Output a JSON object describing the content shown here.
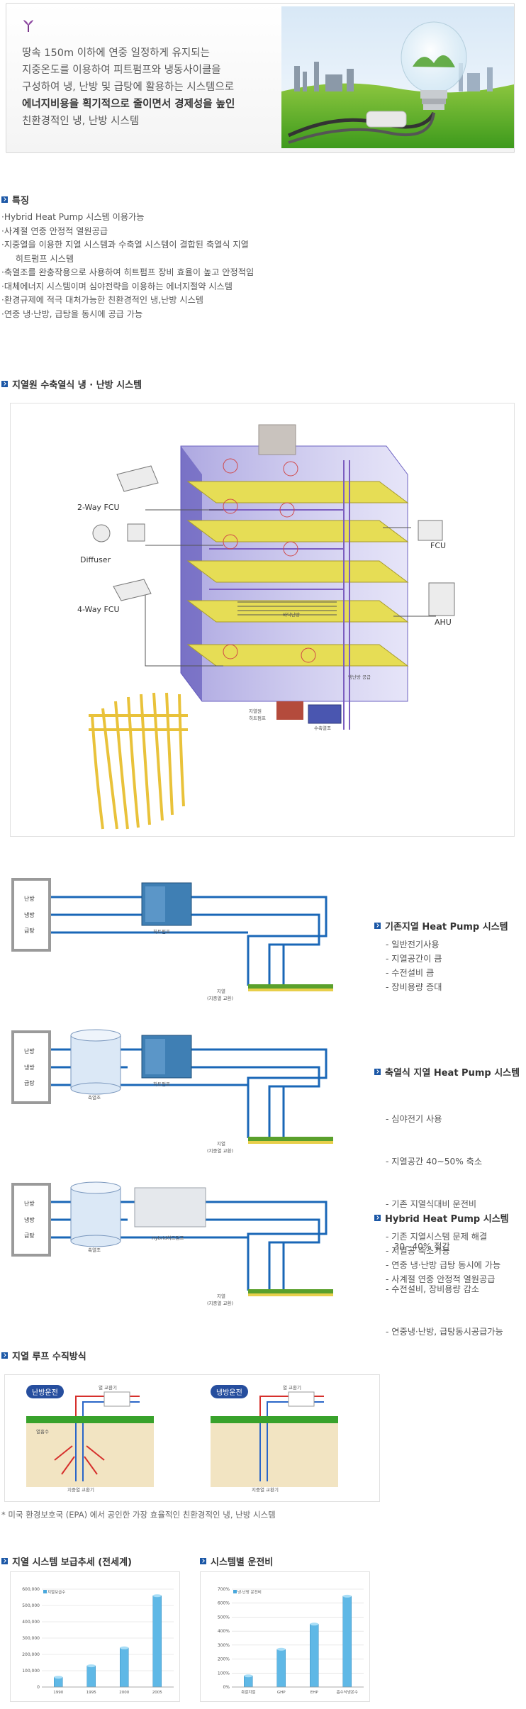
{
  "intro": {
    "line1": "땅속 150m 이하에 연중 일정하게 유지되는",
    "line2": "지중온도를 이용하여 피트펌프와 냉동사이클을",
    "line3": "구성하여 냉, 난방 및 급탕에 활용하는 시스템으로",
    "line4": "에너지비용을 획기적으로 줄이면서 경제성을 높인",
    "line5": "친환경적인 냉, 난방 시스템",
    "sprout_icon": "sprout-icon",
    "photo_icon": "eco-lightbulb-illustration"
  },
  "features": {
    "title": "특징",
    "items": [
      "·Hybrid Heat Pump 시스템 이용가능",
      "·사계절 연중 안정적 열원공급",
      "·지중열을 이용한 지열 시스템과 수축열 시스템이 결합된 축열식 지열",
      "  히트펌프 시스템",
      "·축열조를 완충작용으로 사용하여 히트펌프 장비 효율이 높고 안정적임",
      "·대체에너지 시스템이며 심야전략을 이용하는 에너지절약 시스템",
      "·환경규제에 적극 대처가능한 친환경적인 냉,난방 시스템",
      "·연중 냉·난방, 급탕을 동시에 공급 가능"
    ]
  },
  "building": {
    "title": "지열원 수축열식 냉 · 난방 시스템",
    "labels": {
      "fcu2": "2-Way FCU",
      "diffuser": "Diffuser",
      "fcu4": "4-Way FCU",
      "fcu": "FCU",
      "ahu": "AHU",
      "floor_heat": "바닥난방",
      "supply": "냉난방 공급",
      "geo_pump": "지열원\n히트펌프",
      "tank": "수축열조"
    }
  },
  "systems": [
    {
      "boxes": [
        "난방",
        "냉방",
        "급탕"
      ],
      "machine": "히트펌프",
      "ground": "지열",
      "ground_sub": "(지중열 교환)",
      "title": "기존지열 Heat Pump 시스템",
      "items": [
        "- 일반전기사용",
        "- 지열공간이 큼",
        "- 수전설비 큼",
        "- 장비용량 증대"
      ]
    },
    {
      "boxes": [
        "난방",
        "냉방",
        "급탕"
      ],
      "tank": "축열조",
      "machine": "히트펌프",
      "ground": "지열",
      "ground_sub": "(지중열 교환)",
      "title": "축열식 지열 Heat Pump 시스템",
      "items": [
        "- 심야전기 사용",
        "- 지열공간 40~50% 축소",
        "- 기존 지열식대비 운전비",
        "   30~40% 절감",
        "- 수전설비, 장비용량 감소",
        "- 연중냉·난방, 급탕동시공급가능"
      ]
    },
    {
      "boxes": [
        "난방",
        "냉방",
        "급탕"
      ],
      "tank": "축열조",
      "machine": "Hybrid히트펌프",
      "ground": "지열",
      "ground_sub": "(지중열 교환)",
      "title": "Hybrid Heat Pump 시스템",
      "items": [
        "- 기존 지열시스템 문제 해결",
        "- 지열공 축소가능",
        "- 연중 냉·난방 급탕 동시에 가능",
        "- 사계절 연중 안정적 열원공급"
      ]
    }
  ],
  "loop": {
    "title": "지열 루프 수직방식",
    "left_badge": "난방운전",
    "right_badge": "냉방운전",
    "hx": "열 교환기",
    "geo_heat": "열흡수",
    "ground_hx": "지중열 교환기",
    "note": "* 미국 환경보호국 (EPA) 에서 공인한 가장 효율적인 친환경적인 냉, 난방 시스템"
  },
  "chart_titles": {
    "left": "지열 시스템 보급추세 (전세계)",
    "right": "시스템별 운전비"
  },
  "chart_data": [
    {
      "type": "bar",
      "title": "지열 시스템 보급추세 (전세계)",
      "legend": "지열보급수",
      "categories": [
        "1990",
        "1995",
        "2000",
        "2005"
      ],
      "values": [
        60000,
        130000,
        240000,
        560000
      ],
      "ylim": [
        0,
        600000
      ],
      "yticks": [
        "0",
        "100,000",
        "200,000",
        "300,000",
        "400,000",
        "500,000",
        "600,000"
      ],
      "grid": true
    },
    {
      "type": "bar",
      "title": "시스템별 운전비",
      "legend": "냉·난방 운전비",
      "categories": [
        "축열지열",
        "GHP",
        "EHP",
        "흡수식냉온수"
      ],
      "values": [
        80,
        270,
        450,
        650
      ],
      "ylim": [
        0,
        700
      ],
      "yticks": [
        "0%",
        "100%",
        "200%",
        "300%",
        "400%",
        "500%",
        "600%",
        "700%"
      ],
      "grid": true
    }
  ]
}
